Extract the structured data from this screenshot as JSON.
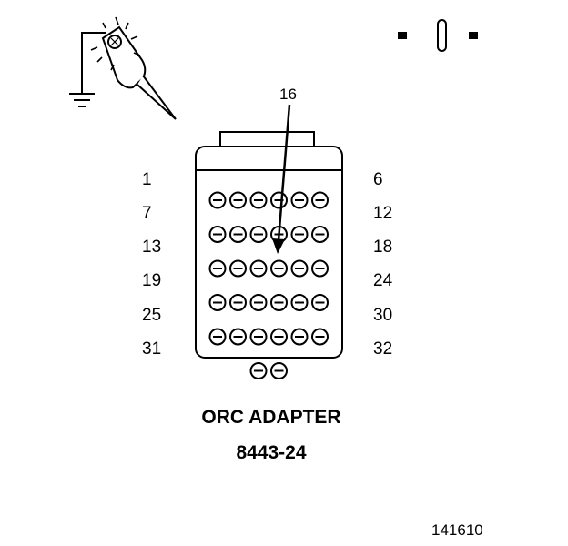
{
  "diagram": {
    "callout_label": "16",
    "left_pin_numbers": [
      "1",
      "7",
      "13",
      "19",
      "25",
      "31"
    ],
    "right_pin_numbers": [
      "6",
      "12",
      "18",
      "24",
      "30",
      "32"
    ],
    "adapter_name": "ORC ADAPTER",
    "part_number": "8443-24",
    "figure_number": "141610",
    "cavity_rows": [
      6,
      6,
      6,
      6,
      6,
      2
    ],
    "highlighted_cavity": 16
  },
  "icons": {
    "test_light": "test-light-icon",
    "ground": "ground-icon",
    "terminal_pin": "terminal-pin-icon"
  },
  "colors": {
    "line": "#000000",
    "background": "#ffffff"
  }
}
